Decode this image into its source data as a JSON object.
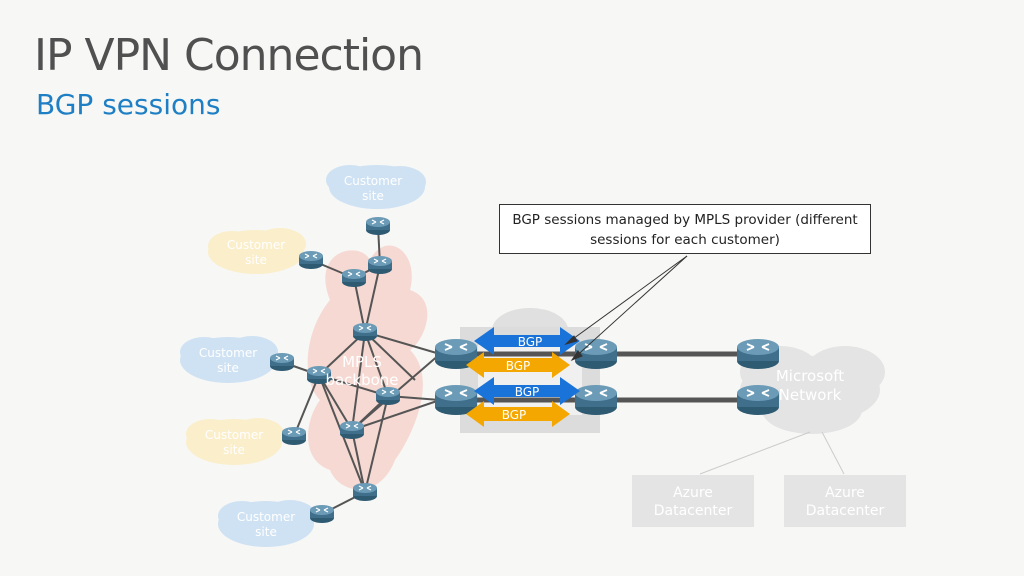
{
  "title": "IP VPN Connection",
  "subtitle": "BGP sessions",
  "callout": "BGP sessions managed by MPLS provider (different sessions for each customer)",
  "clouds": {
    "customer_site_1": [
      "Customer",
      "site"
    ],
    "customer_site_2": [
      "Customer",
      "site"
    ],
    "customer_site_3": [
      "Customer",
      "site"
    ],
    "customer_site_4": [
      "Customer",
      "site"
    ],
    "customer_site_5": [
      "Customer",
      "site"
    ],
    "mpls_backbone": [
      "MPLS",
      "backbone"
    ],
    "microsoft_network": [
      "Microsoft",
      "Network"
    ]
  },
  "datacenters": [
    [
      "Azure",
      "Datacenter"
    ],
    [
      "Azure",
      "Datacenter"
    ]
  ],
  "bgp_labels": [
    "BGP",
    "BGP",
    "BGP",
    "BGP"
  ],
  "colors": {
    "blue_cloud": "#cfe2f3",
    "yellow_cloud": "#fbeecb",
    "red_cloud": "#f6d9d3",
    "gray_cloud": "#e4e4e4",
    "bgp_blue": "#1a73d8",
    "bgp_orange": "#f4a700",
    "router": "#3f6f8a"
  }
}
